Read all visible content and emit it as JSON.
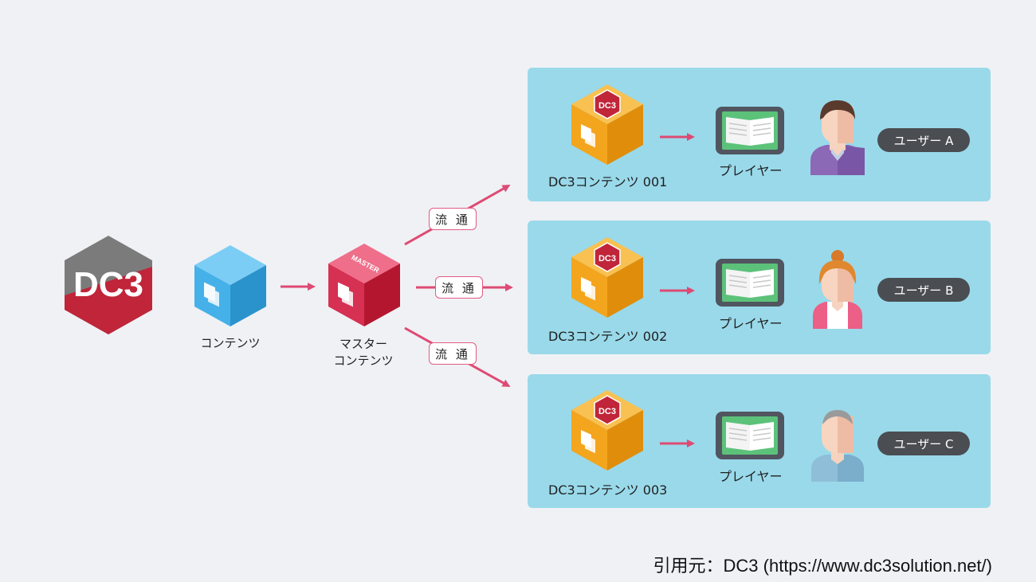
{
  "logo": {
    "text": "DC3",
    "colors": {
      "top": "#7b7b7b",
      "bottom": "#c02539"
    }
  },
  "source_content": {
    "label": "コンテンツ",
    "color": "#3aa7e0"
  },
  "master_content": {
    "line1": "マスター",
    "line2": "コンテンツ",
    "cube_text": "MASTER",
    "color": "#d1213f"
  },
  "flow_label": "流 通",
  "panels": [
    {
      "content_label": "DC3コンテンツ 001",
      "player_label": "プレイヤー",
      "user_label": "ユーザー A"
    },
    {
      "content_label": "DC3コンテンツ 002",
      "player_label": "プレイヤー",
      "user_label": "ユーザー B"
    },
    {
      "content_label": "DC3コンテンツ 003",
      "player_label": "プレイヤー",
      "user_label": "ユーザー C"
    }
  ],
  "badge_text": "DC3",
  "citation": "引用元：DC3 (https://www.dc3solution.net/)",
  "colors": {
    "panel": "#99d9ea",
    "arrow": "#de4a73",
    "pill": "#4a4d52",
    "cube_orange": "#f3a51e"
  }
}
